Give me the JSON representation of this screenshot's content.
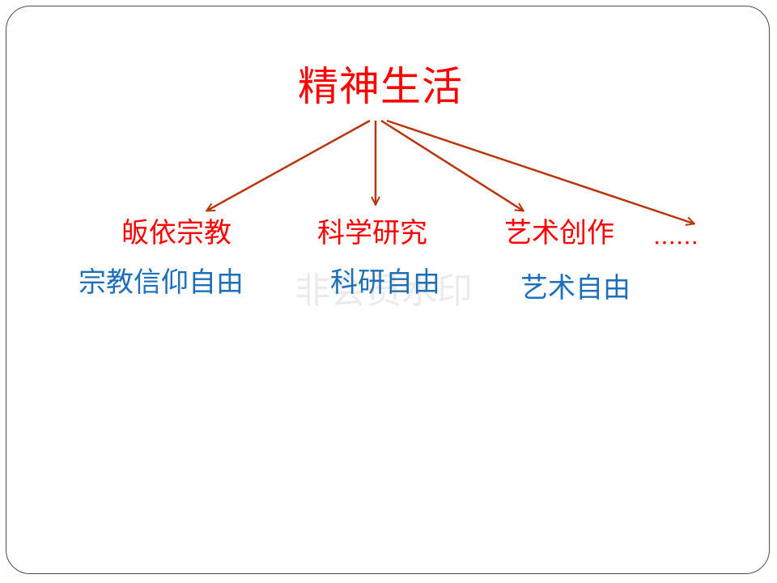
{
  "diagram": {
    "root": "精神生活",
    "branches": [
      {
        "label": "皈依宗教",
        "freedom": "宗教信仰自由"
      },
      {
        "label": "科学研究",
        "freedom": "科研自由"
      },
      {
        "label": "艺术创作",
        "freedom": "艺术自由"
      },
      {
        "label": "……"
      }
    ]
  },
  "watermark": "非会员水印",
  "colors": {
    "root_text": "#ff0000",
    "branch_text": "#ff0000",
    "freedom_text": "#1f6eb8",
    "arrow": "#b5360f",
    "frame": "#4d4d4d"
  }
}
